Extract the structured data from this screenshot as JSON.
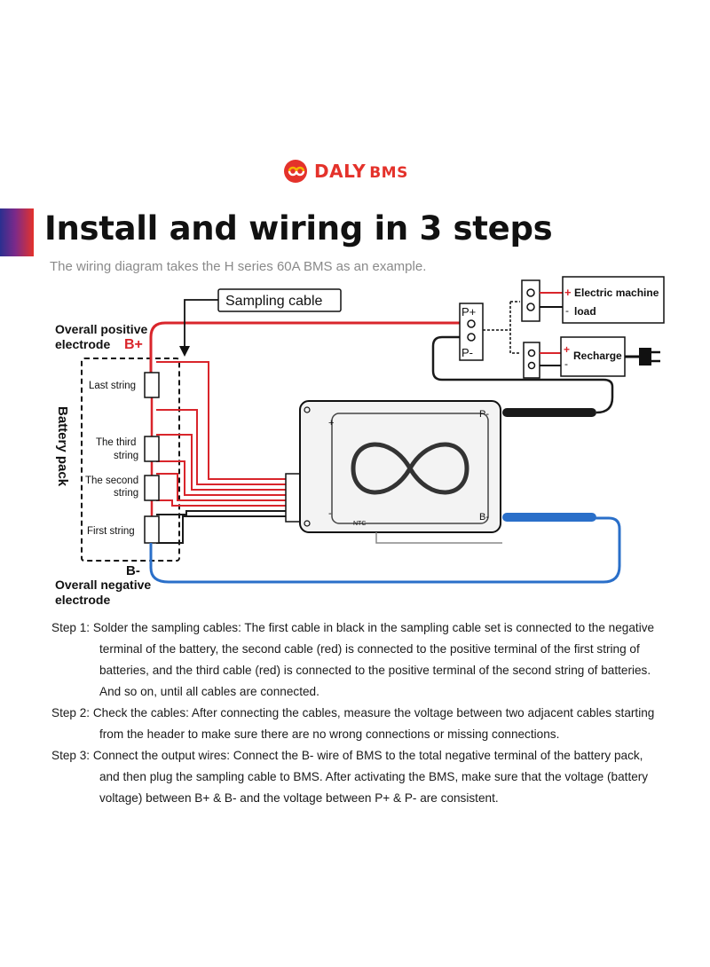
{
  "brand": {
    "name": "DALY",
    "suffix": "BMS",
    "color": "#e4322b"
  },
  "header": {
    "title": "Install and wiring in 3 steps",
    "subtitle": "The wiring diagram takes the H series 60A BMS as an example."
  },
  "diagram": {
    "sampling_cable": "Sampling cable",
    "positive_label_1": "Overall positive",
    "positive_label_2": "electrode",
    "b_plus": "B+",
    "b_minus": "B-",
    "negative_label_1": "Overall negative",
    "negative_label_2": "electrode",
    "battery_pack": "Battery pack",
    "strings": {
      "last": "Last string",
      "third_1": "The third",
      "third_2": "string",
      "second_1": "The second",
      "second_2": "string",
      "first": "First string"
    },
    "p_plus": "P+",
    "p_minus": "P-",
    "electric_machine": "Electric machine",
    "load": "load",
    "recharge": "Recharge",
    "plus": "+",
    "minus": "-",
    "bms_p_minus": "P-",
    "bms_b_minus": "B-",
    "bms_ntc": "NTC",
    "colors": {
      "red_wire": "#d9252b",
      "blue_wire": "#2a6fc9",
      "black_wire": "#1a1a1a"
    }
  },
  "steps": [
    "Step 1: Solder the sampling cables: The first cable in black in the sampling cable set is connected to the negative terminal of the battery, the second cable (red) is connected to the positive terminal of the first string of batteries, and the third cable (red) is connected to the positive terminal of the second string of batteries. And so on, until all cables are connected.",
    "Step 2: Check the cables: After connecting the cables, measure the voltage between two adjacent cables starting from the header to make sure there are no wrong connections or missing connections.",
    "Step 3: Connect the output wires: Connect the B- wire of BMS to the total negative terminal of the battery pack, and then plug the sampling cable to BMS. After activating the BMS, make sure that the voltage (battery voltage) between B+ & B- and the voltage between P+ & P- are consistent."
  ]
}
